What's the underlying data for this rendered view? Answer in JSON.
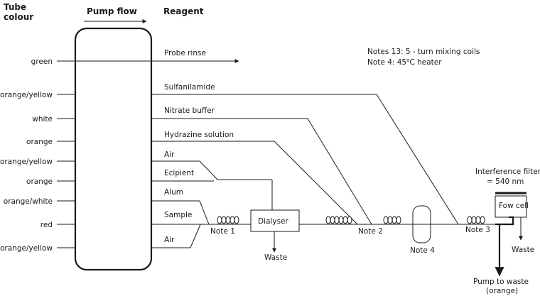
{
  "headers": {
    "tube_colour": [
      "Tube",
      "colour"
    ],
    "pump_flow": "Pump flow",
    "reagent": "Reagent"
  },
  "tube_colours": [
    "green",
    "orange/yellow",
    "white",
    "orange",
    "orange/yellow",
    "orange",
    "orange/white",
    "red",
    "orange/yellow"
  ],
  "reagents": [
    "Probe rinse",
    "Sulfanilamide",
    "Nitrate buffer",
    "Hydrazine solution",
    "Air",
    "Ecipient",
    "Alum",
    "Sample",
    "Air"
  ],
  "notes": {
    "line1": "Notes 13:  5 - turn mixing coils",
    "line2_prefix": "Note 4:  45",
    "line2_sup": "o",
    "line2_suffix": "C heater"
  },
  "components": {
    "dialyser": "Dialyser",
    "waste_dialyser": "Waste",
    "note1": "Note 1",
    "note2": "Note 2",
    "note3": "Note 3",
    "note4": "Note 4",
    "flow_cell": "Fow cell",
    "waste_flowcell": "Waste",
    "filter_line1": "Interference filter",
    "filter_line2": "= 540 nm",
    "pump_waste_line1": "Pump to waste",
    "pump_waste_line2": "(orange)"
  }
}
